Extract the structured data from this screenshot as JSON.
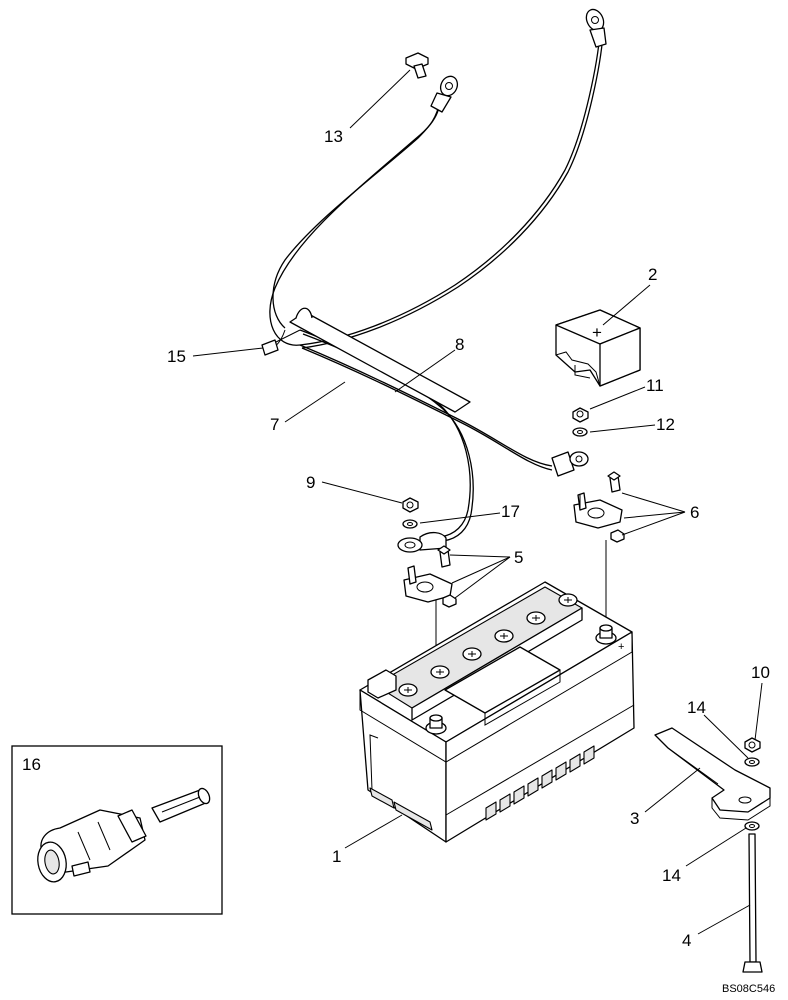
{
  "diagram": {
    "callouts": [
      {
        "id": "c1",
        "text": "1",
        "part": "battery"
      },
      {
        "id": "c2",
        "text": "2",
        "part": "terminal-cover"
      },
      {
        "id": "c3",
        "text": "3",
        "part": "hold-down-clamp"
      },
      {
        "id": "c4",
        "text": "4",
        "part": "hold-down-rod"
      },
      {
        "id": "c5",
        "text": "5",
        "part": "negative-terminal-clamp"
      },
      {
        "id": "c6",
        "text": "6",
        "part": "positive-terminal-clamp"
      },
      {
        "id": "c7",
        "text": "7",
        "part": "negative-cable"
      },
      {
        "id": "c8",
        "text": "8",
        "part": "positive-cable"
      },
      {
        "id": "c9",
        "text": "9",
        "part": "nut-left"
      },
      {
        "id": "c10",
        "text": "10",
        "part": "nut-clamp"
      },
      {
        "id": "c11",
        "text": "11",
        "part": "nut-right"
      },
      {
        "id": "c12",
        "text": "12",
        "part": "washer-right"
      },
      {
        "id": "c13",
        "text": "13",
        "part": "bolt"
      },
      {
        "id": "c14a",
        "text": "14",
        "part": "washer-clamp-top"
      },
      {
        "id": "c14b",
        "text": "14",
        "part": "washer-clamp-bottom"
      },
      {
        "id": "c15",
        "text": "15",
        "part": "cable-tie"
      },
      {
        "id": "c16",
        "text": "16",
        "part": "connector-inset"
      },
      {
        "id": "c17",
        "text": "17",
        "part": "washer-left"
      }
    ],
    "cover_symbol": "+",
    "drawing_reference": "BS08C546"
  }
}
